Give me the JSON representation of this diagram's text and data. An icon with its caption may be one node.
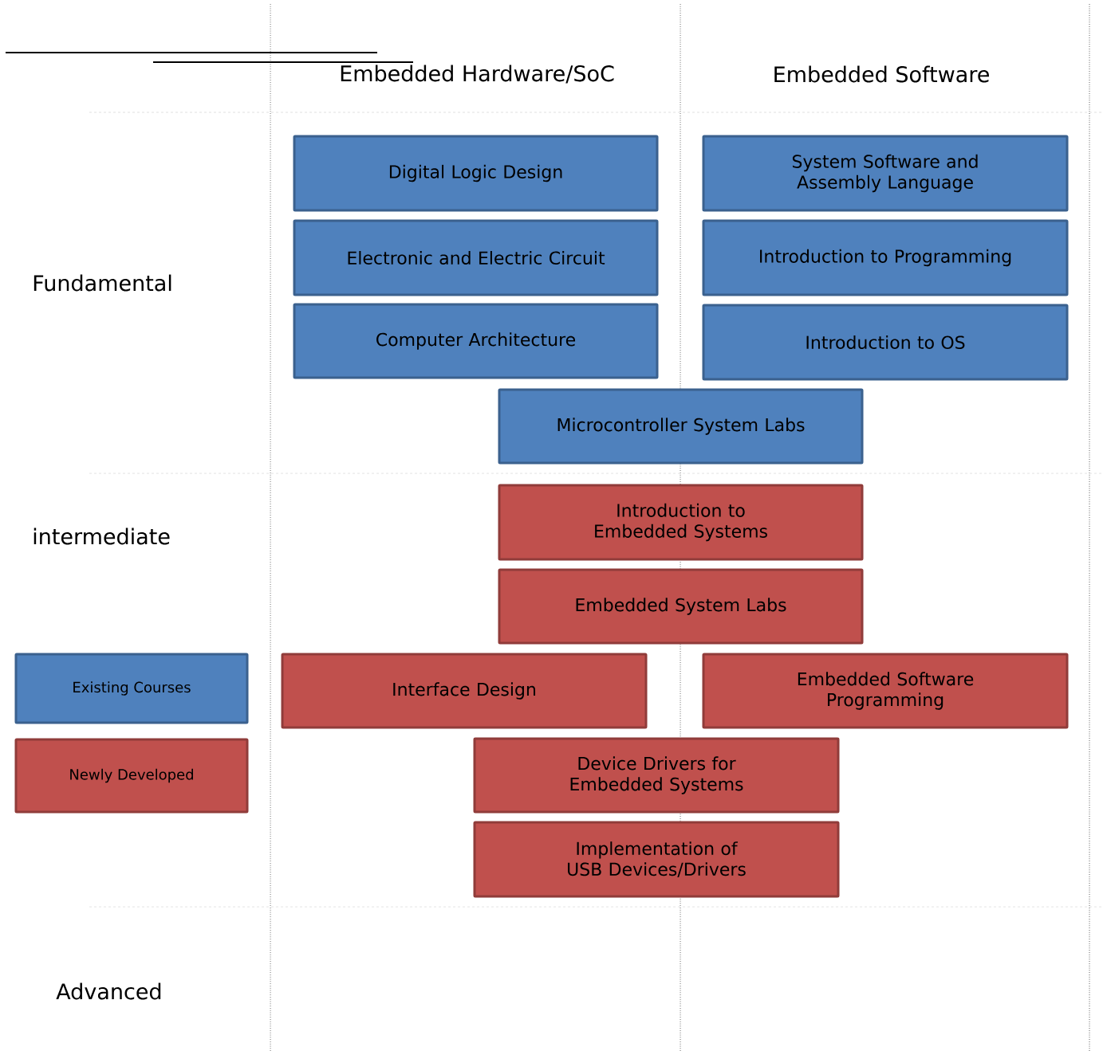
{
  "diagram": {
    "nodes": [
      {
        "text": [
          "Digital Logic Design"
        ]
      },
      {
        "text": [
          "System Software and Assembly Language"
        ]
      },
      {
        "text": [
          "Electronic and Electric Circuit"
        ]
      },
      {
        "text": [
          "Introduction to Programming"
        ]
      },
      {
        "text": [
          "Computer Architecture"
        ]
      },
      {
        "text": [
          "Introduction to OS"
        ]
      },
      {
        "text": [
          "Microcontroller System Labs"
        ]
      },
      {
        "text": [
          "Introduction to Embedded Systems"
        ]
      },
      {
        "text": [
          "Embedded System Labs"
        ]
      },
      {
        "text": [
          "Interface Design"
        ]
      },
      {
        "text": [
          "Embedded Software Programming"
        ]
      },
      {
        "text": [
          "Device Drivers for Embedded Systems"
        ]
      },
      {
        "text": [
          "Implementation of USB Devices/Drivers"
        ]
      }
    ],
    "labels": [
      "Embedded Hardware/SoC",
      "Embedded Software",
      "Fundamental",
      "intermediate",
      "Advanced"
    ],
    "legend": [
      {
        "text": "Existing Courses",
        "color": "#4f81bd"
      },
      {
        "text": "Newly Developed",
        "color": "#c0504d"
      }
    ]
  }
}
